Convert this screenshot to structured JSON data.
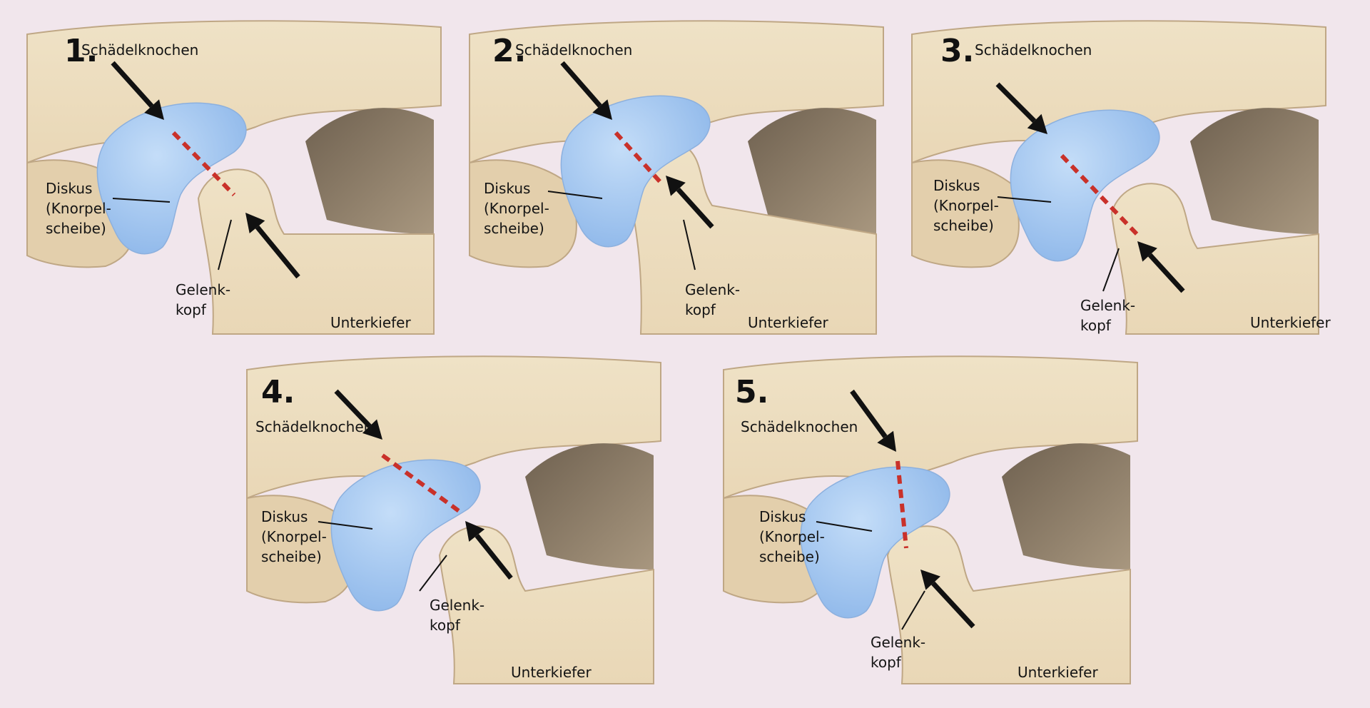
{
  "colors": {
    "background": "#f1e6ec",
    "bone": "#e9d7b6",
    "bone_shadow": "#bfa785",
    "cavity": "#8f7f6a",
    "disc": "#a9ccf3",
    "arrow": "#111111",
    "dashed_line": "#c9312a"
  },
  "panels": [
    {
      "number": "1.",
      "skull_label": "Schädelknochen",
      "disc_label": [
        "Diskus",
        "(Knorpel-",
        "scheibe)"
      ],
      "condyle_label": [
        "Gelenk-",
        "kopf"
      ],
      "jaw_label": "Unterkiefer"
    },
    {
      "number": "2.",
      "skull_label": "Schädelknochen",
      "disc_label": [
        "Diskus",
        "(Knorpel-",
        "scheibe)"
      ],
      "condyle_label": [
        "Gelenk-",
        "kopf"
      ],
      "jaw_label": "Unterkiefer"
    },
    {
      "number": "3.",
      "skull_label": "Schädelknochen",
      "disc_label": [
        "Diskus",
        "(Knorpel-",
        "scheibe)"
      ],
      "condyle_label": [
        "Gelenk-",
        "kopf"
      ],
      "jaw_label": "Unterkiefer"
    },
    {
      "number": "4.",
      "skull_label": "Schädelknochen",
      "disc_label": [
        "Diskus",
        "(Knorpel-",
        "scheibe)"
      ],
      "condyle_label": [
        "Gelenk-",
        "kopf"
      ],
      "jaw_label": "Unterkiefer"
    },
    {
      "number": "5.",
      "skull_label": "Schädelknochen",
      "disc_label": [
        "Diskus",
        "(Knorpel-",
        "scheibe)"
      ],
      "condyle_label": [
        "Gelenk-",
        "kopf"
      ],
      "jaw_label": "Unterkiefer"
    }
  ]
}
